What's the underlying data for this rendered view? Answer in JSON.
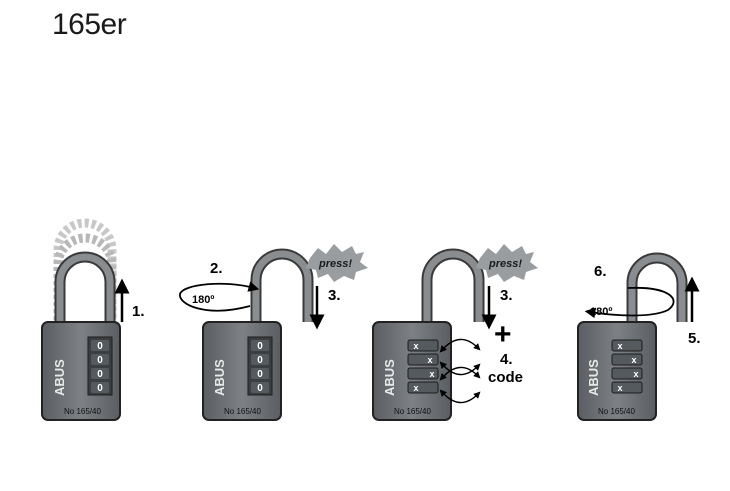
{
  "title": "165er",
  "brand": "ABUS",
  "model_label": "No 165/40",
  "dial_zero": "0",
  "dial_x": "x",
  "press_label": "press!",
  "steps": {
    "s1": "1.",
    "s2": "2.",
    "s3a": "3.",
    "s3b": "3.",
    "s4": "4.",
    "s4_code": "code",
    "s5": "5.",
    "s6": "6."
  },
  "rotation_label": "180º",
  "plus_symbol": "+",
  "colors": {
    "lock_body": "#6f7377",
    "shackle": "#8a8d90",
    "ghost_shackle": "#c4c4c4",
    "text": "#000000"
  }
}
